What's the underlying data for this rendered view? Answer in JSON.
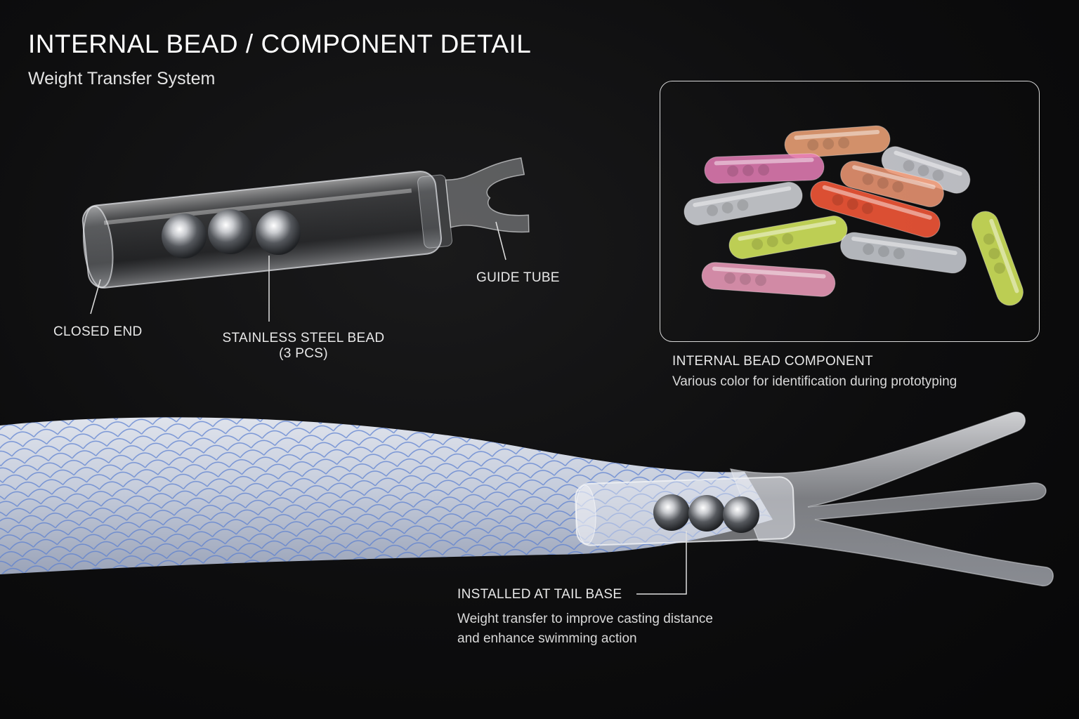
{
  "header": {
    "title": "INTERNAL BEAD / COMPONENT DETAIL",
    "subtitle": "Weight Transfer System"
  },
  "callouts": {
    "closed_end": "CLOSED END",
    "steel_bead_line1": "STAINLESS STEEL BEAD",
    "steel_bead_line2": "(3 PCS)",
    "guide_tube": "GUIDE TUBE"
  },
  "inset": {
    "label": "INTERNAL BEAD COMPONENT",
    "description": "Various color for identification during prototyping",
    "bead_colors": [
      "#f4a77a",
      "#e97fb9",
      "#d9dbe0",
      "#f39a76",
      "#d7d9de",
      "#ff5a3a",
      "#dcf060",
      "#cfd2d8",
      "#dcf060",
      "#f3a0bf",
      "#d5d8de"
    ]
  },
  "installation": {
    "label": "INSTALLED AT TAIL BASE",
    "description_line1": "Weight transfer to improve casting distance",
    "description_line2": "and enhance swimming action"
  },
  "colors": {
    "background": "#0b0b0c",
    "lure_body": "#c4ccdc",
    "scale_pattern": "#5a7fd0",
    "text": "#f2f2f2"
  }
}
